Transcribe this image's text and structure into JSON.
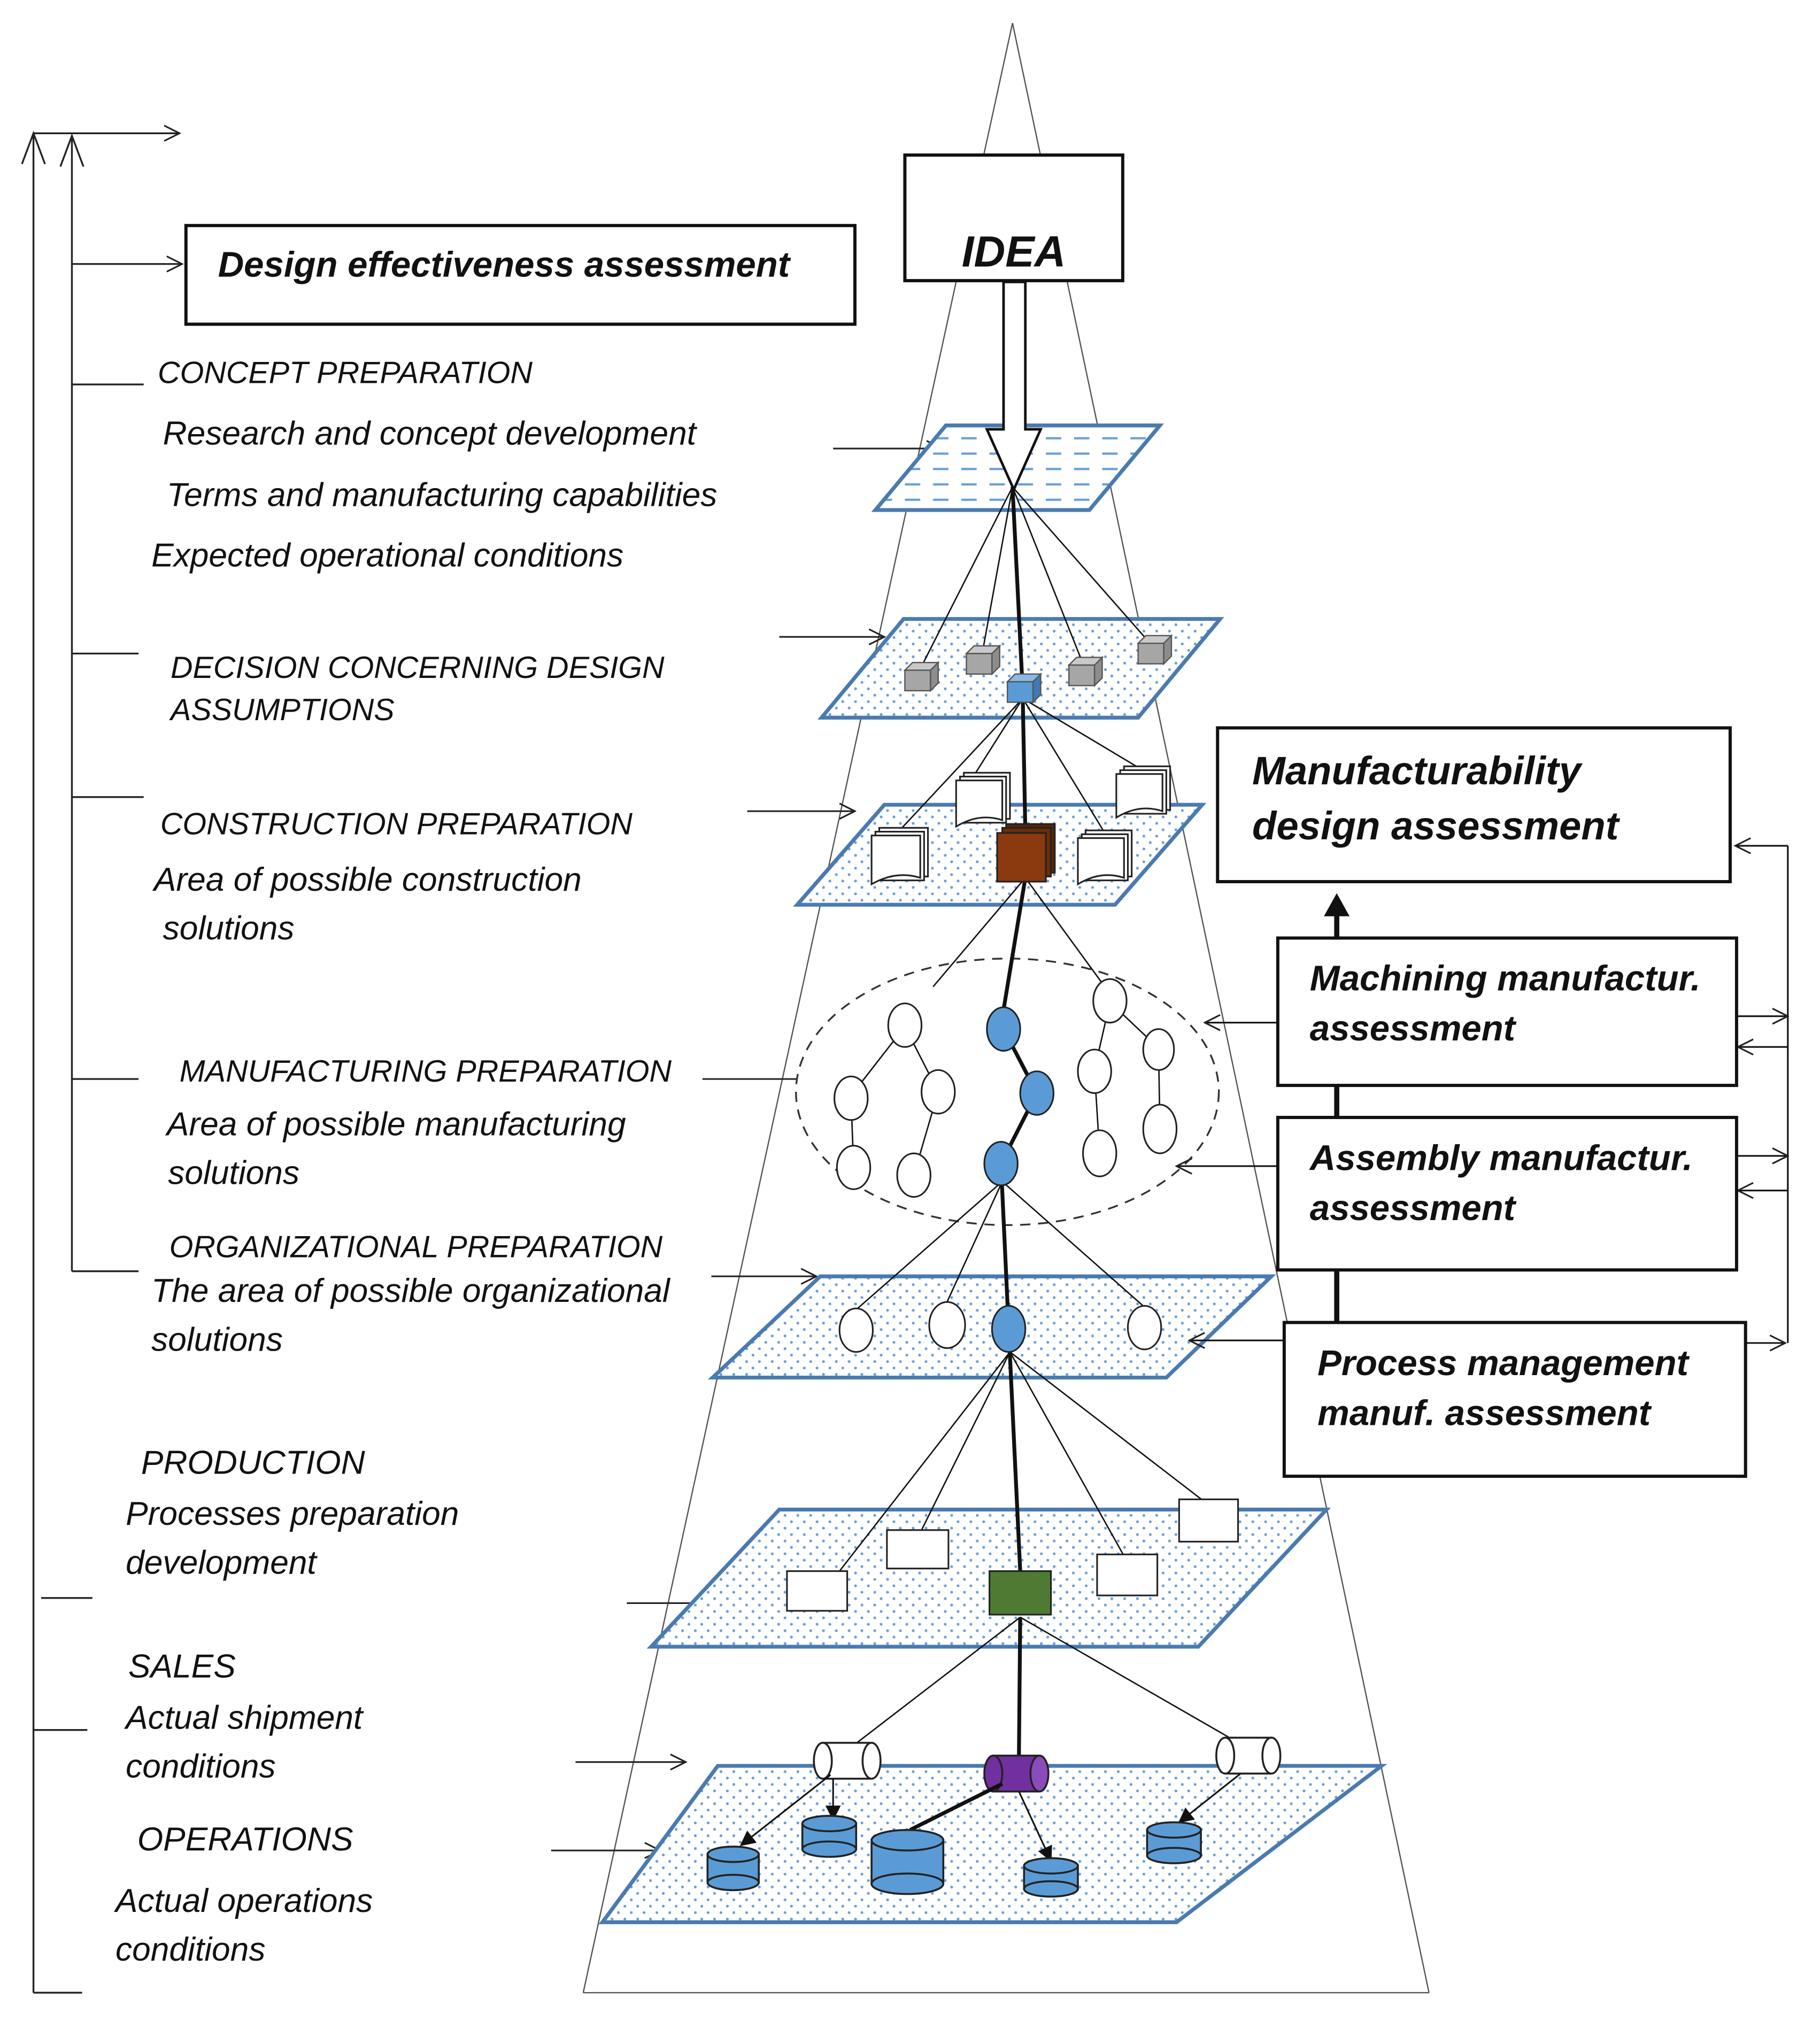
{
  "idea": "IDEA",
  "boxes": {
    "design_effectiveness": "Design effectiveness assessment",
    "manufacturability": [
      "Manufacturability",
      "design assessment"
    ],
    "machining": [
      "Machining manufactur.",
      "assessment"
    ],
    "assembly": [
      "Assembly manufactur.",
      "assessment"
    ],
    "process_management": [
      "Process management",
      "manuf. assessment"
    ]
  },
  "stages": {
    "concept": {
      "title": "CONCEPT PREPARATION",
      "lines": [
        "Research and concept development",
        "Terms and manufacturing capabilities",
        "Expected operational conditions"
      ]
    },
    "decision": {
      "title": [
        "DECISION  CONCERNING DESIGN",
        "ASSUMPTIONS"
      ]
    },
    "construction": {
      "title": "CONSTRUCTION PREPARATION",
      "lines": [
        "Area of possible construction",
        "solutions"
      ]
    },
    "manufacturing": {
      "title": "MANUFACTURING PREPARATION",
      "lines": [
        "Area of possible manufacturing",
        "solutions"
      ]
    },
    "organizational": {
      "title": "ORGANIZATIONAL PREPARATION",
      "lines": [
        "The area of possible organizational",
        "solutions"
      ]
    },
    "production": {
      "title": "PRODUCTION",
      "lines": [
        "Processes preparation",
        "development"
      ]
    },
    "sales": {
      "title": "SALES",
      "lines": [
        "Actual shipment",
        "conditions"
      ]
    },
    "operations": {
      "title": "OPERATIONS",
      "lines": [
        "Actual operations",
        "conditions"
      ]
    }
  },
  "colors": {
    "plane_edge": "#4a7ab0",
    "plane_dots": "#6aa0d6",
    "selected_blue": "#5b9bd5",
    "construction_selected": "#8b3a10",
    "production_selected": "#4e7a34",
    "sales_selected": "#7030a0",
    "option_grey": "#a6a6a6"
  }
}
